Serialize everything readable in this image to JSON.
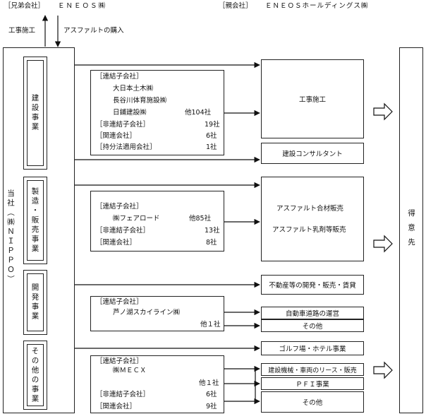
{
  "header": {
    "sibling_label": "［兄弟会社］",
    "sibling_name": "ＥＮＥＯＳ㈱",
    "parent_label": "［親会社］",
    "parent_name": "ＥＮＥＯＳホールディングス㈱",
    "arrow_up_label": "工事施工",
    "arrow_down_label": "アスファルトの購入"
  },
  "company": "当社（㈱ＮＩＰＰＯ）",
  "customers": "得意先",
  "segments": [
    "建設事業",
    "製造・販売事業",
    "開発事業",
    "その他の事業"
  ],
  "construction": {
    "group": [
      {
        "text": "［連結子会社］",
        "count": ""
      },
      {
        "text": "大日本土木㈱",
        "count": ""
      },
      {
        "text": "長谷川体育施設㈱",
        "count": ""
      },
      {
        "text": "日鋪建設㈱",
        "count": "他104社"
      },
      {
        "text": "［非連結子会社］",
        "count": "19社"
      },
      {
        "text": "［関連会社］",
        "count": "6社"
      },
      {
        "text": "［持分法適用会社］",
        "count": "1社"
      }
    ],
    "work_box": "工事施工",
    "consulting": "建設コンサルタント"
  },
  "manufacturing": {
    "group": [
      {
        "text": "［連結子会社］",
        "count": ""
      },
      {
        "text": "㈱フェアロード",
        "count": "他85社"
      },
      {
        "text": "［非連結子会社］",
        "count": "13社"
      },
      {
        "text": "［関連会社］",
        "count": "8社"
      }
    ],
    "sales1": "アスファルト合材販売",
    "sales2": "アスファルト乳剤等販売"
  },
  "development": {
    "real_estate": "不動産等の開発・販売・賃貸",
    "group": [
      {
        "text": "［連結子会社］",
        "count": ""
      },
      {
        "text": "芦ノ湖スカイライン㈱",
        "count": ""
      },
      {
        "text": "",
        "count": "他１社"
      }
    ],
    "road": "自動車道路の運営",
    "other": "その他"
  },
  "others": {
    "golf": "ゴルフ場・ホテル事業",
    "group": [
      {
        "text": "［連結子会社］",
        "count": ""
      },
      {
        "text": "㈱ＭＥＣＸ",
        "count": ""
      },
      {
        "text": "",
        "count": "他１社"
      },
      {
        "text": "［非連結子会社］",
        "count": "6社"
      },
      {
        "text": "［関連会社］",
        "count": "9社"
      }
    ],
    "lease": "建設機械・車両のリース・販売",
    "pfi": "ＰＦＩ事業",
    "other": "その他"
  }
}
